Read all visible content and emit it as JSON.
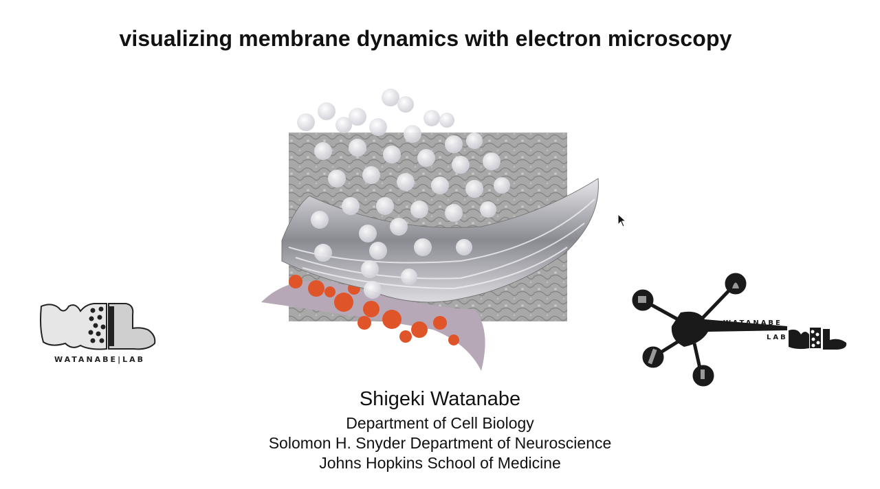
{
  "slide": {
    "title": "visualizing membrane dynamics with electron microscopy",
    "author": {
      "name": "Shigeki Watanabe",
      "affiliations": [
        "Department of Cell Biology",
        "Solomon H. Snyder Department of Neuroscience",
        "Johns Hopkins School of Medicine"
      ]
    },
    "logos": {
      "left": {
        "text": "WATANABE|LAB"
      },
      "right": {
        "line1": "WATANABE",
        "line2": "LAB"
      }
    },
    "colors": {
      "text": "#111111",
      "accent": "#e0542a",
      "membrane": "#9a9aa2"
    }
  }
}
